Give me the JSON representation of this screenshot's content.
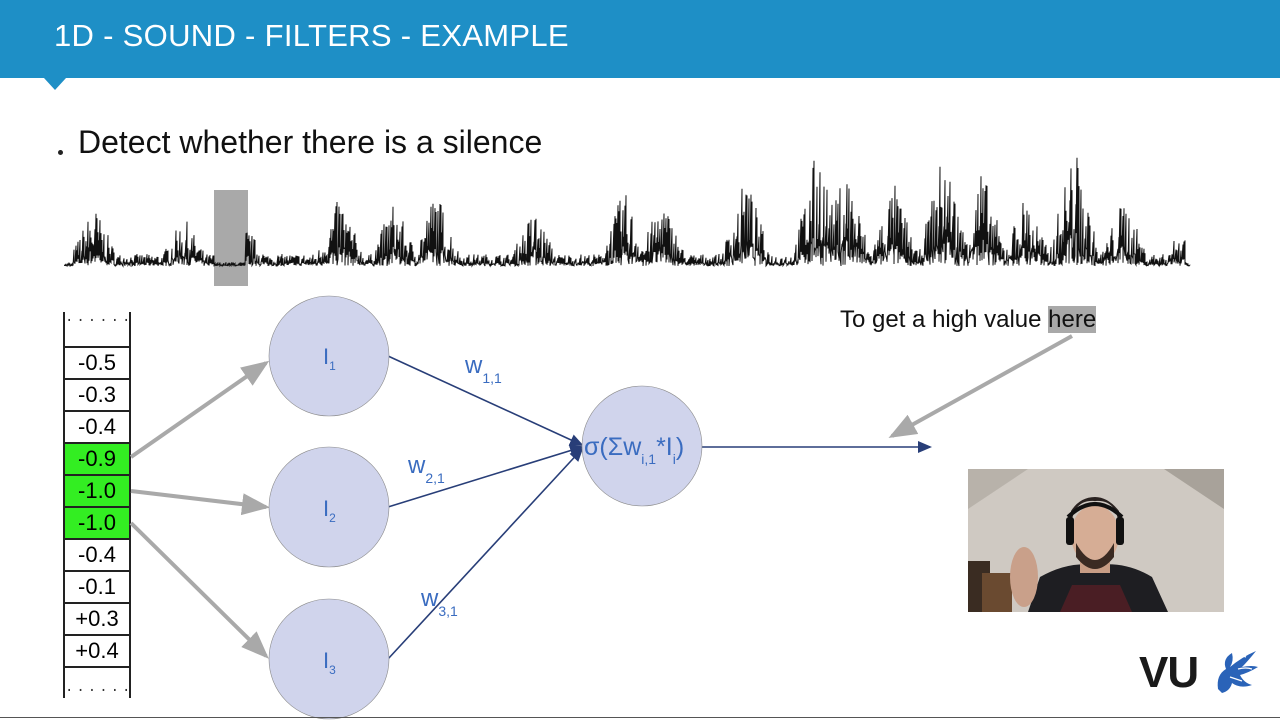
{
  "header": {
    "title": "1D - SOUND - FILTERS - EXAMPLE"
  },
  "bullet": {
    "text": "Detect whether there is a silence"
  },
  "column": {
    "ellipsis": "......",
    "values": [
      "-0.5",
      "-0.3",
      "-0.4",
      "-0.9",
      "-1.0",
      "-1.0",
      "-0.4",
      "-0.1",
      "+0.3",
      "+0.4"
    ],
    "highlighted": [
      3,
      4,
      5
    ]
  },
  "nodes": {
    "inputs": [
      {
        "main": "I",
        "sub": "1"
      },
      {
        "main": "I",
        "sub": "2"
      },
      {
        "main": "I",
        "sub": "3"
      }
    ],
    "output": {
      "pre": "σ(Σw",
      "sub1": "i,1",
      "mid": "*I",
      "sub2": "i",
      "post": ")"
    }
  },
  "weights": [
    {
      "main": "w",
      "sub": "1,1"
    },
    {
      "main": "w",
      "sub": "2,1"
    },
    {
      "main": "w",
      "sub": "3,1"
    }
  ],
  "annotation": {
    "prefix": "To get a high value ",
    "highlight": "here"
  },
  "logo": {
    "text": "VU"
  },
  "colors": {
    "header": "#1e8fc6",
    "node_fill": "#d0d4ec",
    "arrow_blue": "#283e78",
    "weight_text": "#3a6cc0",
    "highlight_green": "#33ee22",
    "arrow_gray": "#a9a9a9"
  }
}
